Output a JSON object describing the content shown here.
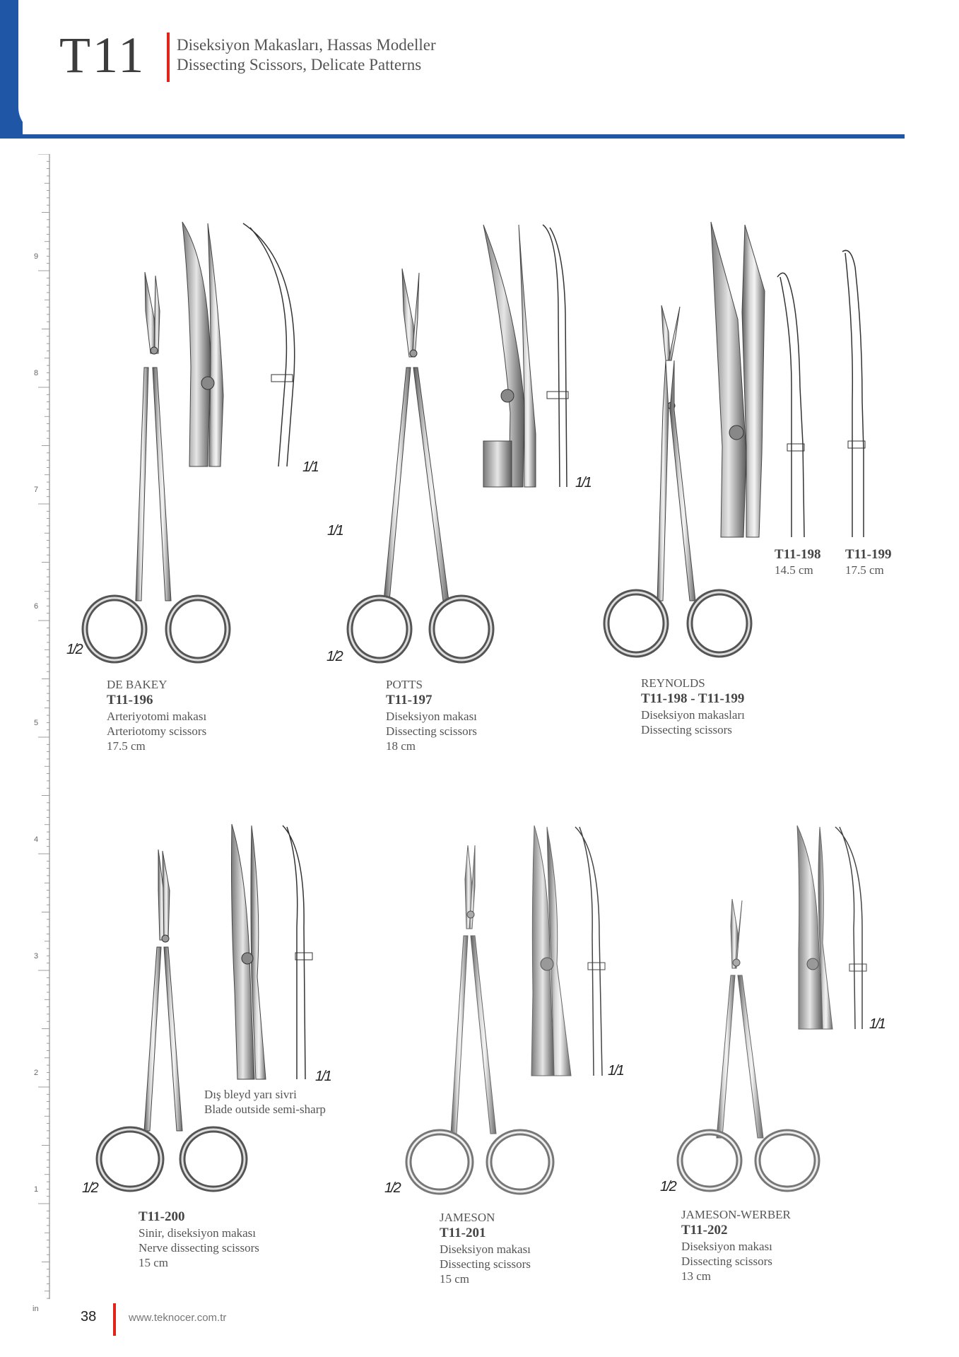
{
  "header": {
    "code": "T11",
    "title_tr": "Diseksiyon Makasları, Hassas Modeller",
    "title_en": "Dissecting Scissors, Delicate Patterns"
  },
  "ruler": {
    "numbers": [
      "9",
      "8",
      "7",
      "6",
      "5",
      "4",
      "3",
      "2",
      "1"
    ],
    "unit": "in"
  },
  "scales": {
    "full": "1/1",
    "half": "1/2"
  },
  "products": [
    {
      "name": "DE BAKEY",
      "code": "T11-196",
      "desc_tr": "Arteriyotomi  makası",
      "desc_en": "Arteriotomy  scissors",
      "size": "17.5 cm"
    },
    {
      "name": "POTTS",
      "code": "T11-197",
      "desc_tr": "Diseksiyon  makası",
      "desc_en": "Dissecting scissors",
      "size": "18 cm"
    },
    {
      "name": "REYNOLDS",
      "code": "T11-198 - T11-199",
      "desc_tr": "Diseksiyon  makasları",
      "desc_en": "Dissecting scissors",
      "size": ""
    },
    {
      "name": "",
      "code": "T11-200",
      "desc_tr": "Sinir, diseksiyon makası",
      "desc_en": "Nerve dissecting scissors",
      "size": "15 cm"
    },
    {
      "name": "JAMESON",
      "code": "T11-201",
      "desc_tr": "Diseksiyon makası",
      "desc_en": "Dissecting scissors",
      "size": "15 cm"
    },
    {
      "name": "JAMESON-WERBER",
      "code": "T11-202",
      "desc_tr": "Diseksiyon makası",
      "desc_en": "Dissecting scissors",
      "size": "13 cm"
    }
  ],
  "variants": [
    {
      "code": "T11-198",
      "size": "14.5 cm"
    },
    {
      "code": "T11-199",
      "size": "17.5 cm"
    }
  ],
  "notes": {
    "blade_tr": "Dış bleyd yarı sivri",
    "blade_en": "Blade outside semi-sharp"
  },
  "footer": {
    "page": "38",
    "url": "www.teknocer.com.tr"
  }
}
